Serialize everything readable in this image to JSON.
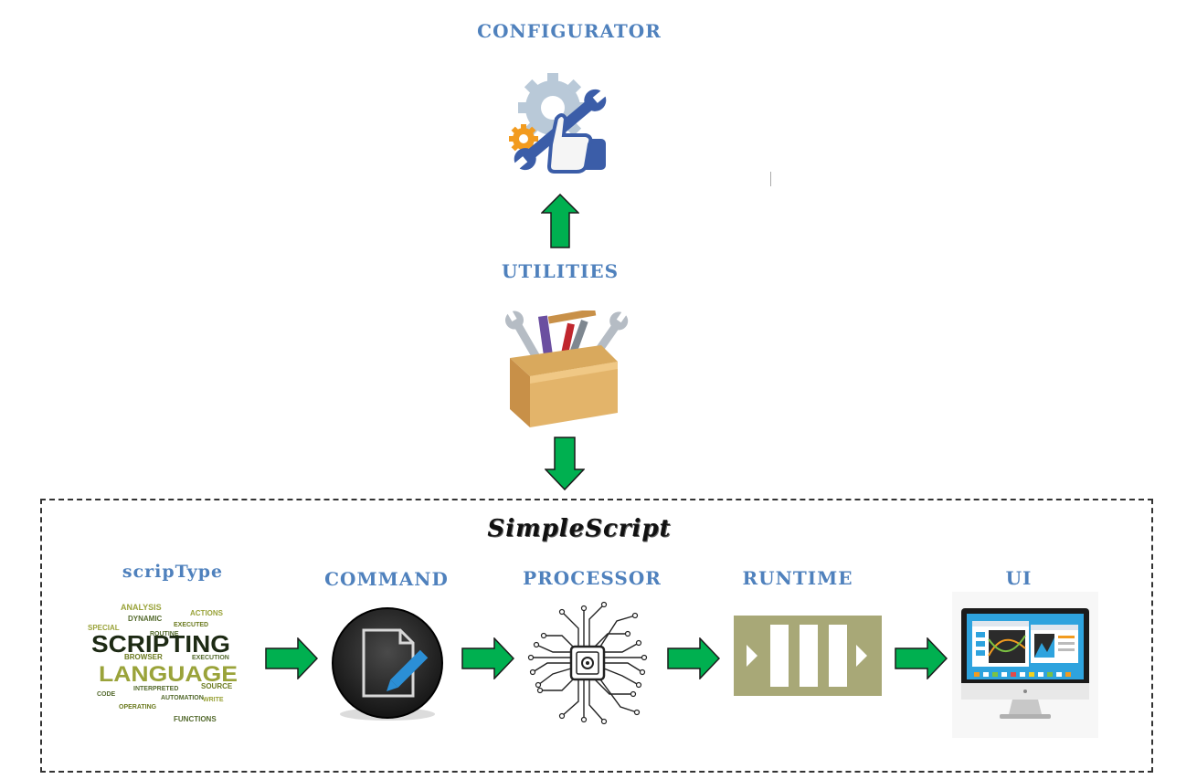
{
  "top": {
    "configurator_label": "CONFIGURATOR",
    "utilities_label": "UTILITIES"
  },
  "simplescript": {
    "title": "SimpleScript",
    "stages": [
      {
        "label": "scripType"
      },
      {
        "label": "COMMAND"
      },
      {
        "label": "PROCESSOR"
      },
      {
        "label": "RUNTIME"
      },
      {
        "label": "UI"
      }
    ]
  },
  "wordcloud": {
    "main1": "SCRIPTING",
    "main2": "LANGUAGE",
    "small": [
      "ANALYSIS",
      "DYNAMIC",
      "EXECUTED",
      "ACTIONS",
      "SPECIAL",
      "ROUTINE",
      "BROWSER",
      "EXECUTION",
      "INTERPRETED",
      "SOURCE",
      "AUTOMATION",
      "FUNCTIONS",
      "OPERATING",
      "WRITE",
      "CODE"
    ]
  },
  "colors": {
    "label_blue": "#4f81bd",
    "arrow_green": "#00b050",
    "runtime_olive": "#a8a877"
  }
}
